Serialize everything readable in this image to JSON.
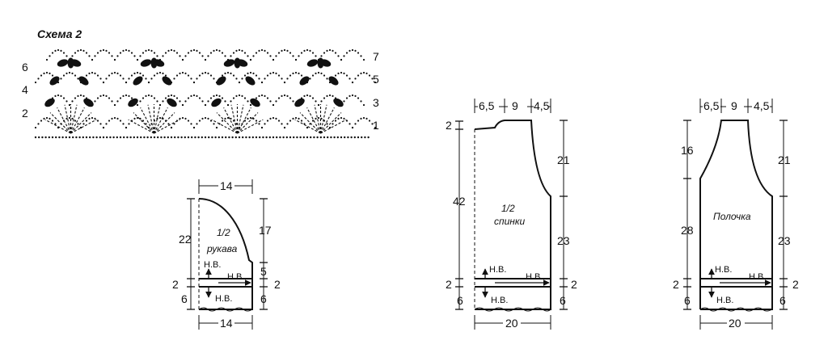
{
  "scheme": {
    "title": "Схема 2",
    "row_numbers_left": [
      "6",
      "4",
      "2"
    ],
    "row_numbers_right": [
      "7",
      "5",
      "3",
      "1"
    ],
    "motif_count": 4
  },
  "sleeve": {
    "label_line1": "1/2",
    "label_line2": "рукава",
    "top_width": "14",
    "bottom_width": "14",
    "left_height": "22",
    "left_band": "2",
    "left_bottom": "6",
    "right_cap": "17",
    "right_mid": "5",
    "right_band": "2",
    "right_bottom": "6",
    "nv_up": "Н.В.",
    "nv_side": "Н.В.",
    "nv_down": "Н.В."
  },
  "back": {
    "label_line1": "1/2",
    "label_line2": "спинки",
    "top_a": "6,5",
    "top_b": "9",
    "top_c": "4,5",
    "left_top": "2",
    "left_height": "42",
    "left_band": "2",
    "left_bottom": "6",
    "right_armhole": "21",
    "right_body": "23",
    "right_band": "2",
    "right_bottom": "6",
    "bottom_width": "20",
    "nv_up": "Н.В.",
    "nv_side": "Н.В.",
    "nv_down": "Н.В."
  },
  "front": {
    "label": "Полочка",
    "top_a": "6,5",
    "top_b": "9",
    "top_c": "4,5",
    "left_neck": "16",
    "left_body": "28",
    "left_band": "2",
    "left_bottom": "6",
    "right_armhole": "21",
    "right_body": "23",
    "right_band": "2",
    "right_bottom": "6",
    "bottom_width": "20",
    "nv_up": "Н.В.",
    "nv_side": "Н.В.",
    "nv_down": "Н.В."
  }
}
